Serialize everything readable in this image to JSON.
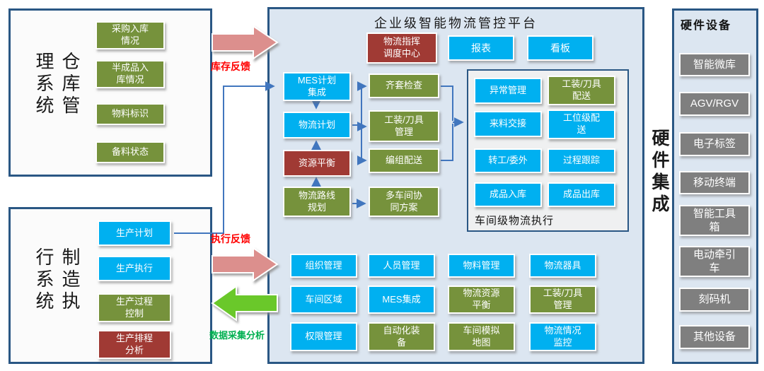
{
  "colors": {
    "box_blue": "#00B0F0",
    "box_green": "#76923C",
    "box_dark_red": "#A03A34",
    "box_gray": "#7F7F7F",
    "panel_bg": "#DCE6F1",
    "panel_border": "#2A5784",
    "connector_blue": "#4176BE",
    "arrow_pink": "#DC8F8D",
    "arrow_green": "#6BC82B",
    "label_red": "#FF0000",
    "label_green": "#00B050"
  },
  "warehouse_system": {
    "title": "仓库管理系统",
    "items": [
      {
        "label": "采购入库\n情况"
      },
      {
        "label": "半成品入\n库情况"
      },
      {
        "label": "物料标识"
      },
      {
        "label": "备料状态"
      }
    ]
  },
  "mes_system": {
    "title": "制造执行系统",
    "items": [
      {
        "label": "生产计划"
      },
      {
        "label": "生产执行"
      },
      {
        "label": "生产过程\n控制"
      },
      {
        "label": "生产排程\n分析"
      }
    ]
  },
  "feedback": {
    "inventory": "库存反馈",
    "execution": "执行反馈",
    "data_collection": "数据采集分析"
  },
  "platform": {
    "title": "企业级智能物流管控平台",
    "command_center": "物流指挥\n调度中心",
    "reports": "报表",
    "dashboard": "看板",
    "flow": {
      "mes_plan": "MES计划\n集成",
      "logistics_plan": "物流计划",
      "resource_balance": "资源平衡",
      "route_planning": "物流路线\n规划",
      "kit_check": "齐套检查",
      "tooling_mgmt": "工装/刀具\n管理",
      "grouping_delivery": "编组配送",
      "multi_workshop": "多车间协\n同方案"
    },
    "workshop": {
      "label": "车间级物流执行",
      "items": [
        {
          "label": "异常管理"
        },
        {
          "label": "工装/刀具\n配送"
        },
        {
          "label": "来料交接"
        },
        {
          "label": "工位级配\n送"
        },
        {
          "label": "转工/委外"
        },
        {
          "label": "过程跟踪"
        },
        {
          "label": "成品入库"
        },
        {
          "label": "成品出库"
        }
      ]
    },
    "base_modules": [
      {
        "label": "组织管理"
      },
      {
        "label": "人员管理"
      },
      {
        "label": "物料管理"
      },
      {
        "label": "物流器具"
      },
      {
        "label": "车间区域"
      },
      {
        "label": "MES集成"
      },
      {
        "label": "物流资源\n平衡"
      },
      {
        "label": "工装/刀具\n管理"
      },
      {
        "label": "权限管理"
      },
      {
        "label": "自动化装\n备"
      },
      {
        "label": "车间模拟\n地图"
      },
      {
        "label": "物流情况\n监控"
      }
    ]
  },
  "hardware_integration_label": "硬件集成",
  "hardware_panel": {
    "title": "硬件设备",
    "items": [
      {
        "label": "智能微库"
      },
      {
        "label": "AGV/RGV"
      },
      {
        "label": "电子标签"
      },
      {
        "label": "移动终端"
      },
      {
        "label": "智能工具\n箱"
      },
      {
        "label": "电动牵引\n车"
      },
      {
        "label": "刻码机"
      },
      {
        "label": "其他设备"
      }
    ]
  }
}
